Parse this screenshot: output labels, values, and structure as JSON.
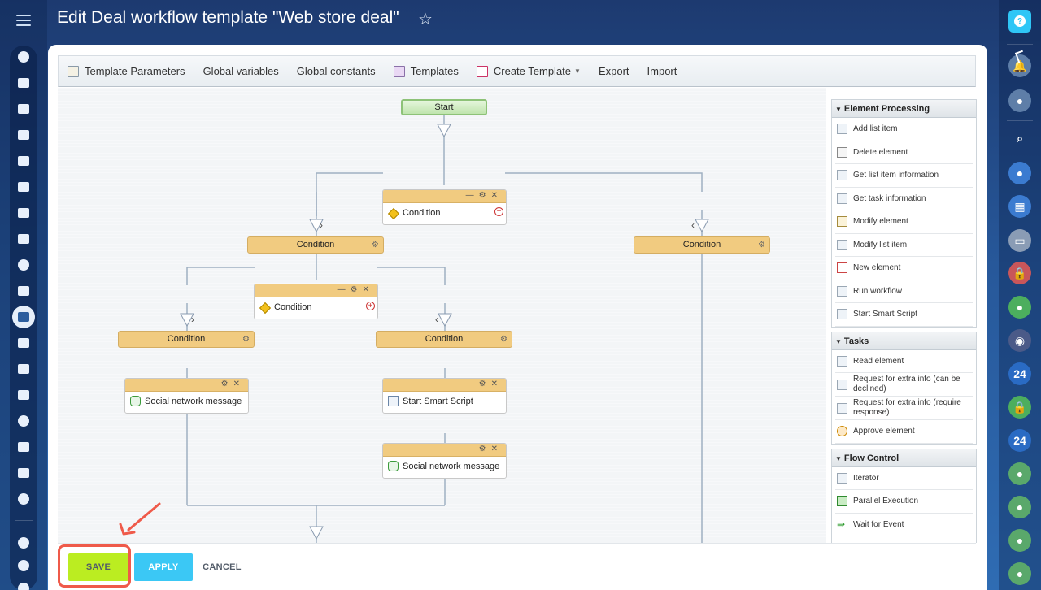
{
  "page": {
    "title": "Edit Deal workflow template \"Web store deal\""
  },
  "toolbar": {
    "items": [
      {
        "label": "Template Parameters",
        "icon": "template-params-icon"
      },
      {
        "label": "Global variables"
      },
      {
        "label": "Global constants"
      },
      {
        "label": "Templates",
        "icon": "templates-icon"
      },
      {
        "label": "Create Template",
        "icon": "create-template-icon",
        "has_dropdown": true
      },
      {
        "label": "Export"
      },
      {
        "label": "Import"
      }
    ]
  },
  "workflow": {
    "start": "Start",
    "nodes": {
      "cond_top": "Condition",
      "branch_left": "Condition",
      "branch_right": "Condition",
      "cond_mid": "Condition",
      "branch_mid_left": "Condition",
      "branch_mid_right": "Condition",
      "social_1": "Social network message",
      "script_1": "Start Smart Script",
      "social_2": "Social network message"
    }
  },
  "palette": {
    "sections": [
      {
        "title": "Element Processing",
        "items": [
          "Add list item",
          "Delete element",
          "Get list item information",
          "Get task information",
          "Modify element",
          "Modify list item",
          "New element",
          "Run workflow",
          "Start Smart Script"
        ]
      },
      {
        "title": "Tasks",
        "items": [
          "Read element",
          "Request for extra info (can be declined)",
          "Request for extra info (require response)",
          "Approve element"
        ]
      },
      {
        "title": "Flow Control",
        "items": [
          "Iterator",
          "Parallel Execution",
          "Wait for Event"
        ]
      }
    ]
  },
  "footer": {
    "save": "SAVE",
    "apply": "APPLY",
    "cancel": "CANCEL"
  },
  "right_bar": {
    "badge_1": "24",
    "badge_2": "24"
  },
  "colors": {
    "accent_save": "#bbed21",
    "accent_apply": "#3bc8f5",
    "highlight": "#ef5a4a",
    "node_header": "#f1cb80"
  }
}
